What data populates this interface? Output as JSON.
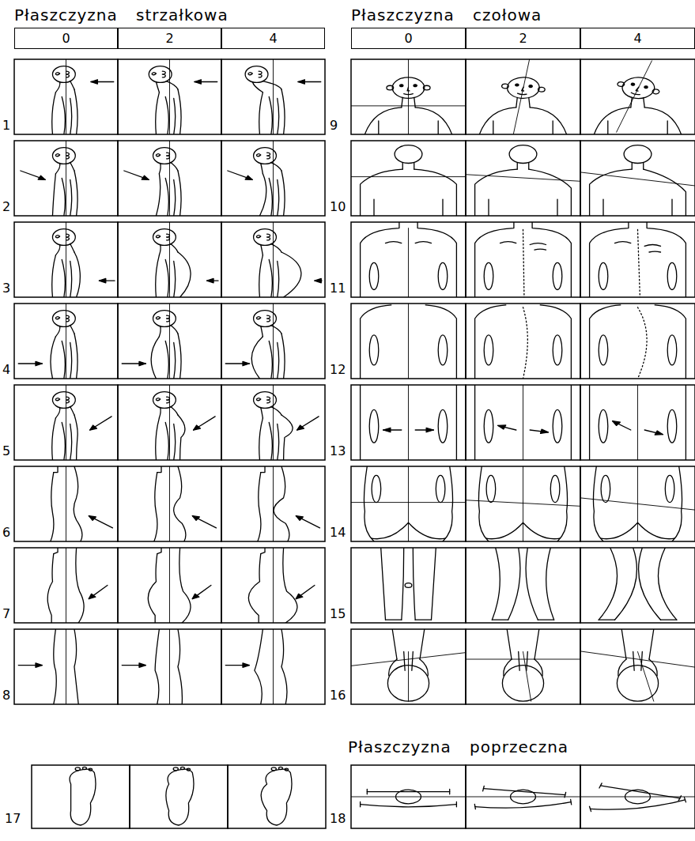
{
  "diagram": {
    "nodes": [
      {
        "text": [
          "0"
        ]
      },
      {
        "text": [
          "2"
        ]
      },
      {
        "text": [
          "4"
        ]
      },
      {
        "text": [
          "0"
        ]
      },
      {
        "text": [
          "2"
        ]
      },
      {
        "text": [
          "4"
        ]
      }
    ],
    "labels": [
      "Płaszczyzna strzałkowa",
      "Płaszczyzna czołowa",
      "1",
      "2",
      "3",
      "4",
      "5",
      "6",
      "7",
      "8",
      "9",
      "10",
      "11",
      "12",
      "13",
      "14",
      "15",
      "16",
      "Płaszczyzna poprzeczna",
      "17",
      "18"
    ]
  }
}
